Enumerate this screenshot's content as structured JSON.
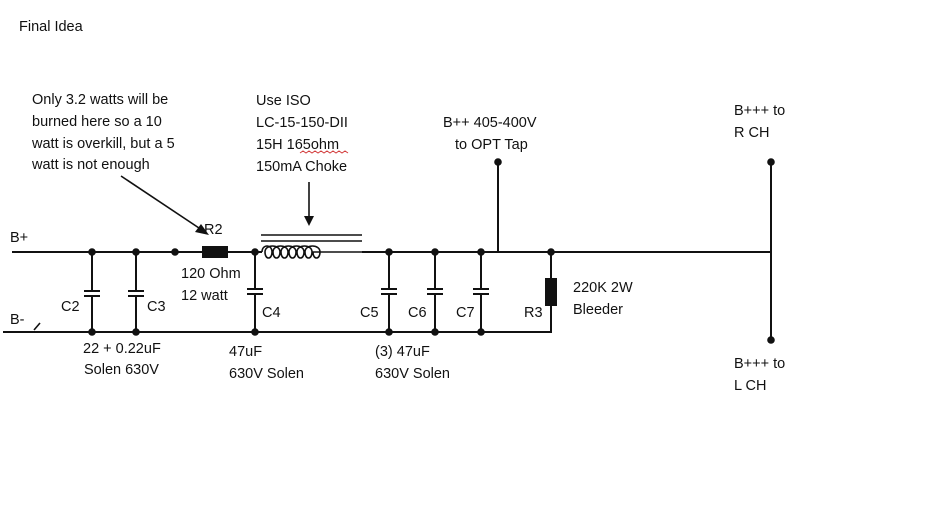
{
  "title": "Final Idea",
  "rails": {
    "b_plus": "B+",
    "b_minus": "B-"
  },
  "notes": {
    "resistor_note": [
      "Only 3.2 watts will be",
      "burned here so a 10",
      "watt is overkill, but a 5",
      "watt is not enough"
    ],
    "choke_note": [
      "Use ISO",
      "LC-15-150-DII",
      "15H 165ohm",
      "150mA Choke"
    ],
    "opt_tap": [
      "B++ 405-400V",
      "to OPT Tap"
    ],
    "r_ch": [
      "B+++ to",
      "R CH"
    ],
    "l_ch": [
      "B+++ to",
      "L CH"
    ]
  },
  "components": {
    "r2": {
      "ref": "R2",
      "value": [
        "120 Ohm",
        "12 watt"
      ]
    },
    "r3": {
      "ref": "R3",
      "value": [
        "220K 2W",
        "Bleeder"
      ]
    },
    "c2": "C2",
    "c3": "C3",
    "c4": "C4",
    "c5": "C5",
    "c6": "C6",
    "c7": "C7",
    "c2c3_value": [
      "22 + 0.22uF",
      "Solen 630V"
    ],
    "c4_value": [
      "47uF",
      "630V Solen"
    ],
    "c5c7_value": [
      "(3) 47uF",
      "630V Solen"
    ]
  },
  "colors": {
    "ink": "#111111",
    "spellcheck": "#d23b3b"
  }
}
